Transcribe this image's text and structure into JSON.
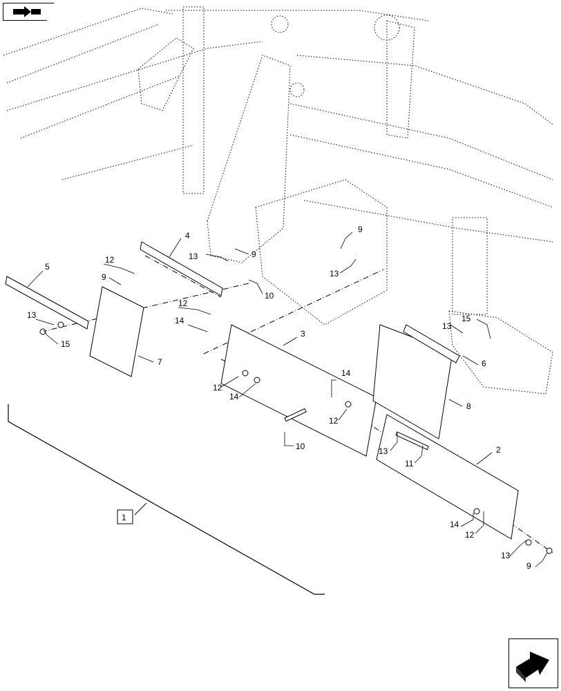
{
  "diagram": {
    "type": "exploded-parts-diagram",
    "callouts": [
      "1",
      "2",
      "3",
      "4",
      "5",
      "6",
      "7",
      "8",
      "9",
      "9",
      "9",
      "9",
      "10",
      "10",
      "11",
      "12",
      "12",
      "12",
      "12",
      "12",
      "13",
      "13",
      "13",
      "13",
      "13",
      "13",
      "14",
      "14",
      "14",
      "14",
      "15",
      "15"
    ]
  },
  "navigation": {
    "back_icon": "back-arrow-icon",
    "next_icon": "forward-arrow-icon"
  }
}
